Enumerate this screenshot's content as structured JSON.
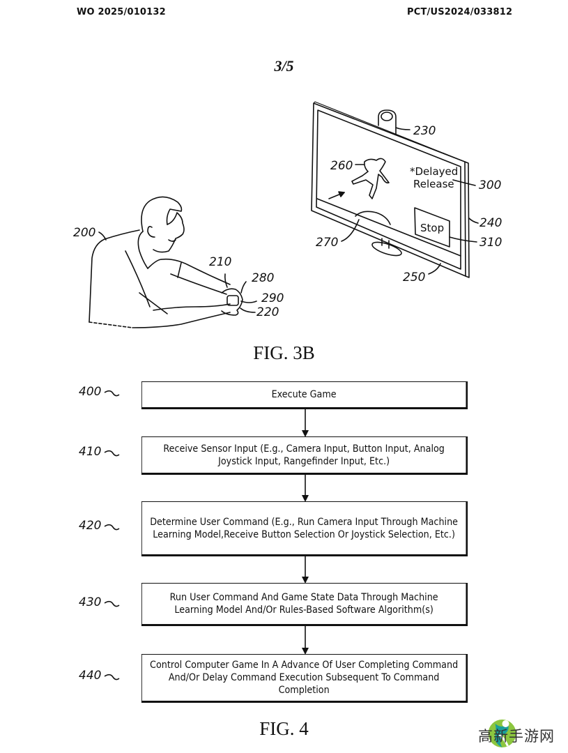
{
  "header": {
    "publication_number": "WO 2025/010132",
    "application_number": "PCT/US2024/033812"
  },
  "sheet_number": "3/5",
  "figures": [
    {
      "id": "fig3b",
      "caption": "FIG. 3B",
      "reference_numerals": {
        "user": "200",
        "controller": "210",
        "controller_part": "220",
        "camera": "230",
        "display_frame": "240",
        "display_screen": "250",
        "game_character": "260",
        "game_object": "270",
        "button_280": "280",
        "button_290": "290",
        "delayed_release_indicator": "300",
        "stop_button": "310"
      },
      "screen": {
        "delayed_release_text": [
          "*Delayed",
          "Release"
        ],
        "stop_label": "Stop"
      }
    },
    {
      "id": "fig4",
      "caption": "FIG. 4",
      "steps": [
        {
          "ref": "400",
          "lines": [
            "Execute Game"
          ]
        },
        {
          "ref": "410",
          "lines": [
            "Receive Sensor Input (E.g., Camera Input, Button Input, Analog",
            "Joystick Input, Rangefinder Input, Etc.)"
          ]
        },
        {
          "ref": "420",
          "lines": [
            "Determine User Command (E.g., Run Camera Input Through Machine",
            "Learning Model,Receive Button Selection Or Joystick Selection, Etc.)"
          ]
        },
        {
          "ref": "430",
          "lines": [
            "Run User Command And Game State Data Through Machine",
            "Learning Model And/Or Rules-Based Software Algorithm(s)"
          ]
        },
        {
          "ref": "440",
          "lines": [
            "Control Computer Game In A Advance Of User Completing Command",
            "And/Or Delay Command Execution Subsequent To Command",
            "Completion"
          ]
        }
      ]
    }
  ],
  "watermark": {
    "text": "高新手游网",
    "colors": {
      "green": "#8cc63f",
      "teal": "#1a9e9a"
    }
  }
}
